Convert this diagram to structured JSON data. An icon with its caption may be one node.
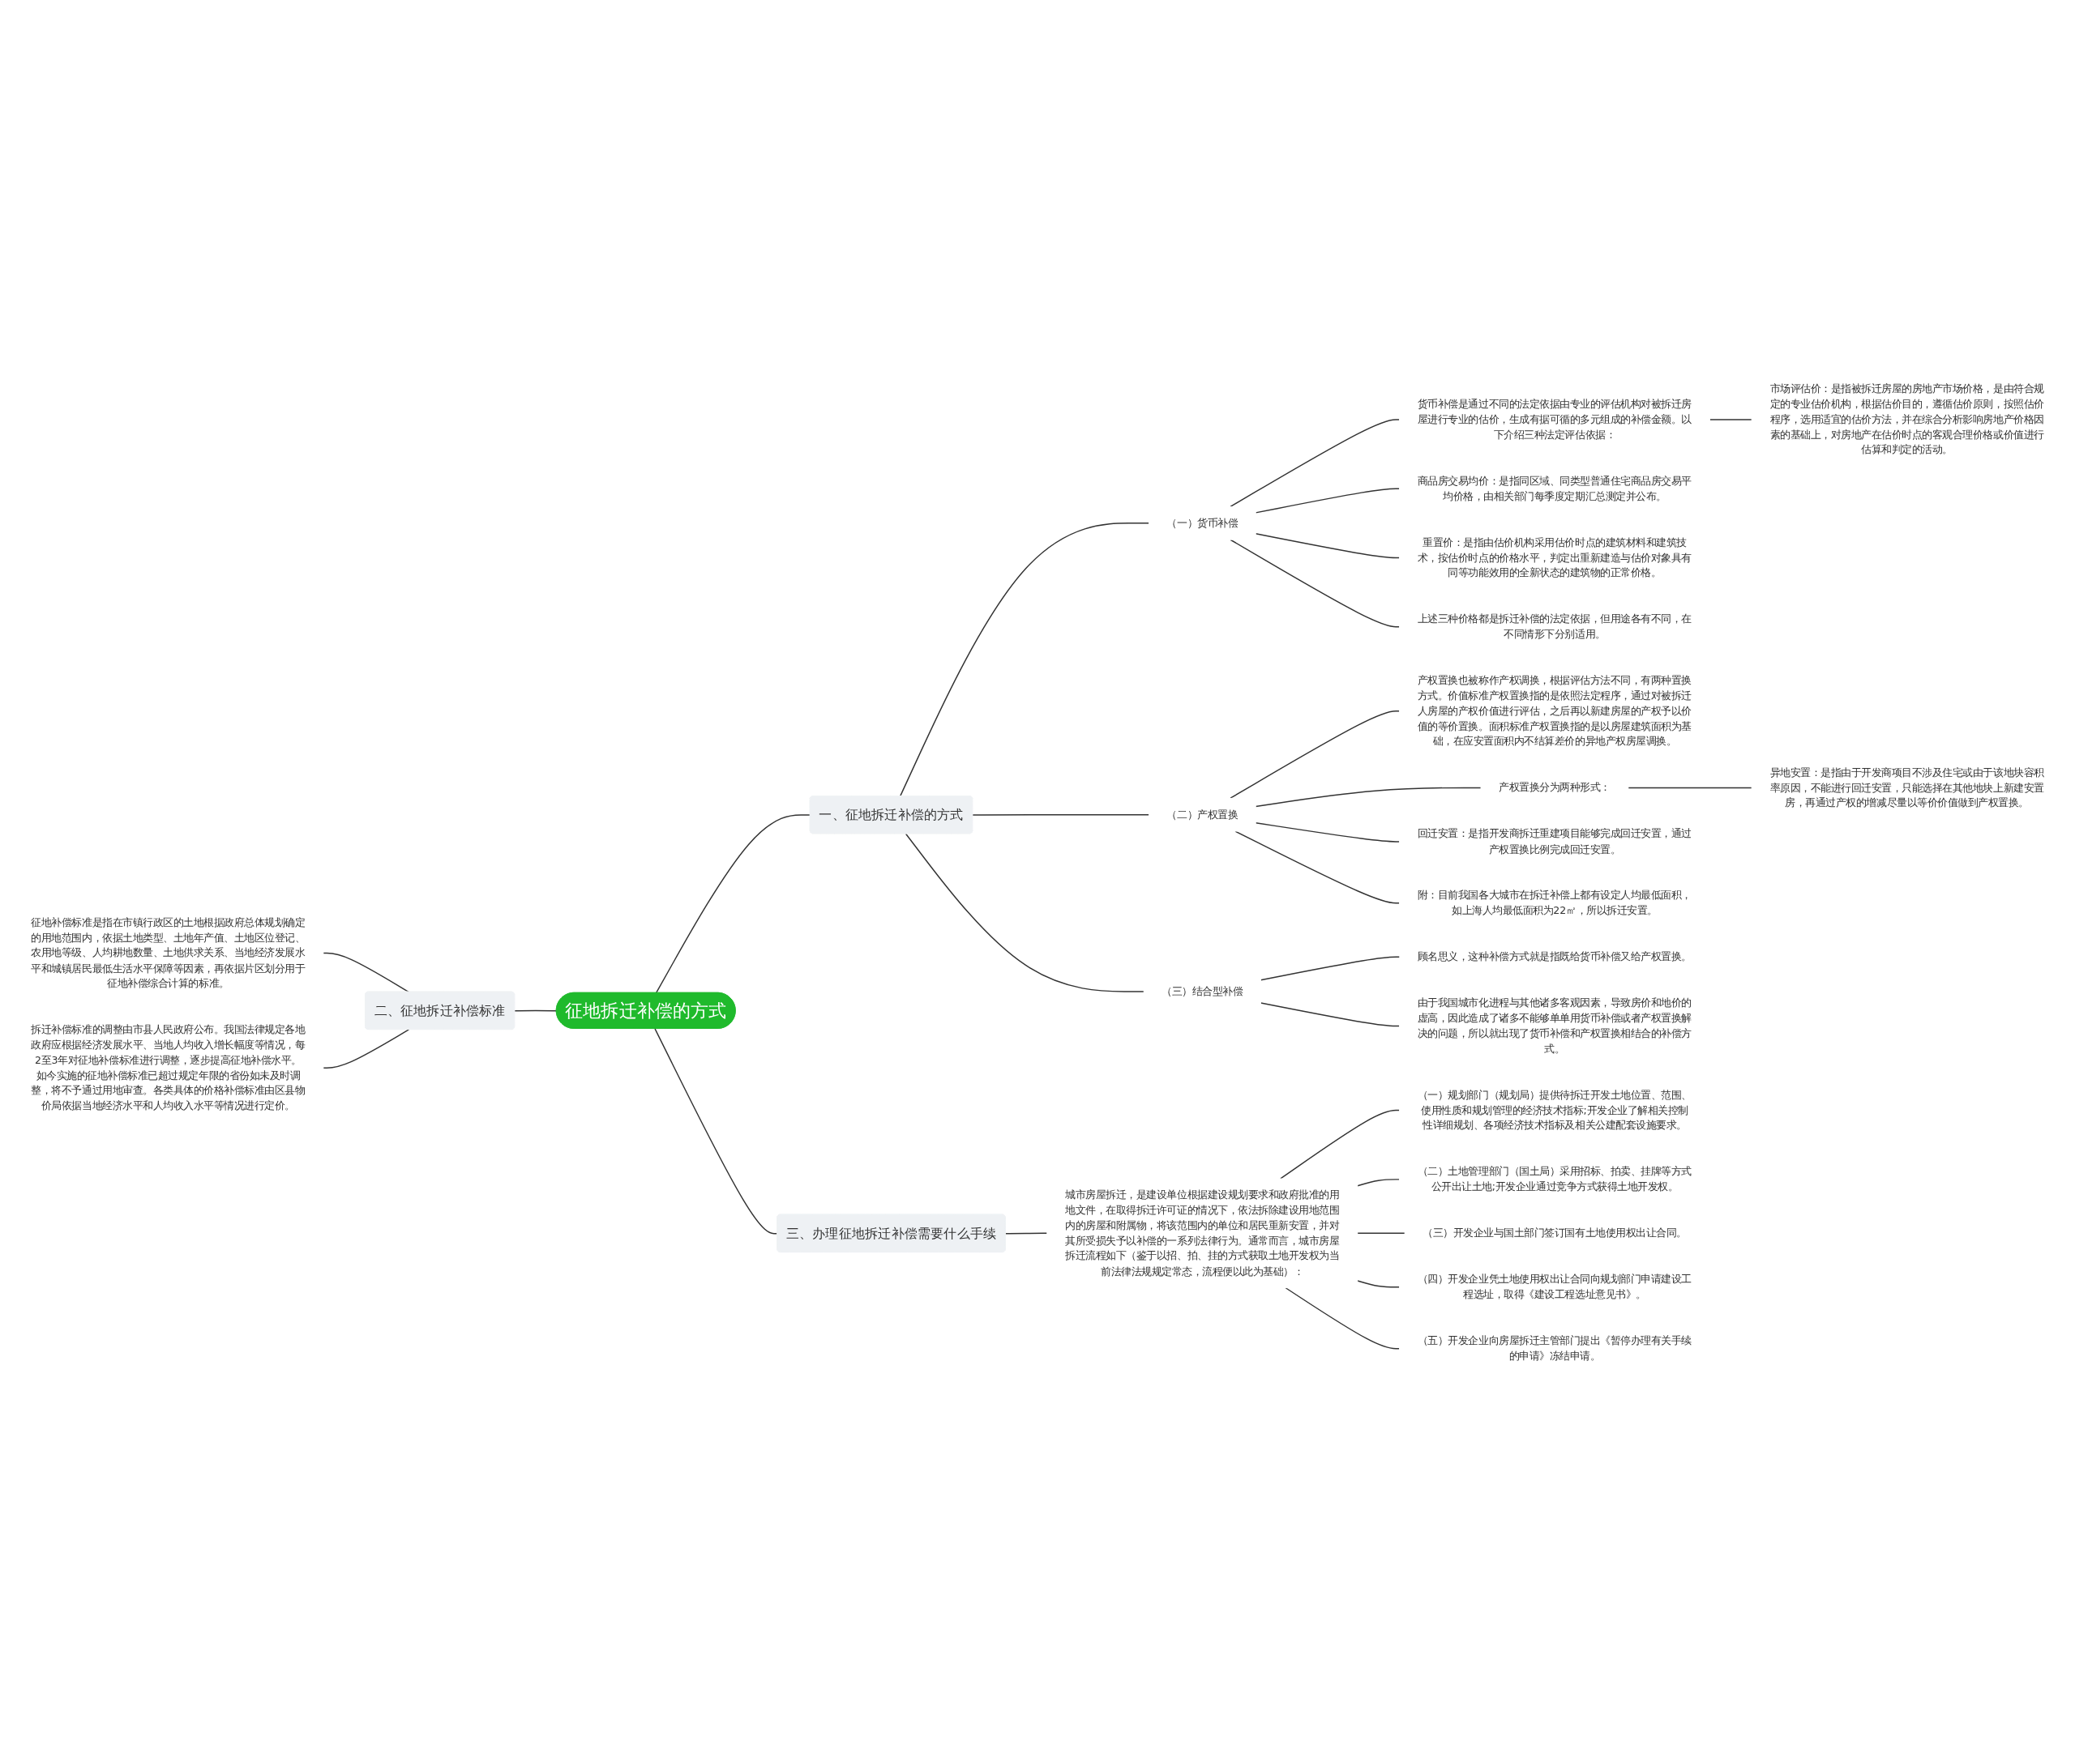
{
  "diagram": {
    "nodes": [
      {
        "text": [
          "征地拆迁补偿的方式"
        ]
      },
      {
        "text": [
          "一、征地拆迁补偿的方式"
        ]
      },
      {
        "text": [
          "（一）货币补偿"
        ]
      },
      {
        "text": [
          "货币补偿是通过不同的法定依据由专业的评估机构对被拆迁房屋进行专业的估价，生成有据可循的多元组成的补偿金额。以下介绍三种法定评估依据："
        ]
      },
      {
        "text": [
          "市场评估价：是指被拆迁房屋的房地产市场价格，是由符合规定的专业估价机构，根据估价目的，遵循估价原则，按照估价程序，选用适宜的估价方法，并在综合分析影响房地产价格因素的基础上，对房地产在估价时点的客观合理价格或价值进行估算和判定的活动。"
        ]
      },
      {
        "text": [
          "商品房交易均价：是指同区域、同类型普通住宅商品房交易平均价格，由相关部门每季度定期汇总测定并公布。"
        ]
      },
      {
        "text": [
          "重置价：是指由估价机构采用估价时点的建筑材料和建筑技术，按估价时点的价格水平，判定出重新建造与估价对象具有同等功能效用的全新状态的建筑物的正常价格。"
        ]
      },
      {
        "text": [
          "上述三种价格都是拆迁补偿的法定依据，但用途各有不同，在不同情形下分别适用。"
        ]
      },
      {
        "text": [
          "（二）产权置换"
        ]
      },
      {
        "text": [
          "产权置换也被称作产权调换，根据评估方法不同，有两种置换方式。价值标准产权置换指的是依照法定程序，通过对被拆迁人房屋的产权价值进行评估，之后再以新建房屋的产权予以价值的等价置换。面积标准产权置换指的是以房屋建筑面积为基础，在应安置面积内不结算差价的异地产权房屋调换。"
        ]
      },
      {
        "text": [
          "产权置换分为两种形式："
        ]
      },
      {
        "text": [
          "异地安置：是指由于开发商项目不涉及住宅或由于该地块容积率原因，不能进行回迁安置，只能选择在其他地块上新建安置房，再通过产权的增减尽量以等价价值做到产权置换。"
        ]
      },
      {
        "text": [
          "回迁安置：是指开发商拆迁重建项目能够完成回迁安置，通过产权置换比例完成回迁安置。"
        ]
      },
      {
        "text": [
          "附：目前我国各大城市在拆迁补偿上都有设定人均最低面积，如上海人均最低面积为22㎡，所以拆迁安置。"
        ]
      },
      {
        "text": [
          "（三）结合型补偿"
        ]
      },
      {
        "text": [
          "顾名思义，这种补偿方式就是指既给货币补偿又给产权置换。"
        ]
      },
      {
        "text": [
          "由于我国城市化进程与其他诸多客观因素，导致房价和地价的虚高，因此造成了诸多不能够单单用货币补偿或者产权置换解决的问题，所以就出现了货币补偿和产权置换相结合的补偿方式。"
        ]
      },
      {
        "text": [
          "二、征地拆迁补偿标准"
        ]
      },
      {
        "text": [
          "征地补偿标准是指在市镇行政区的土地根据政府总体规划确定的用地范围内，依据土地类型、土地年产值、土地区位登记、农用地等级、人均耕地数量、土地供求关系、当地经济发展水平和城镇居民最低生活水平保障等因素，再依据片区划分用于征地补偿综合计算的标准。"
        ]
      },
      {
        "text": [
          "拆迁补偿标准的调整由市县人民政府公布。我国法律规定各地政府应根据经济发展水平、当地人均收入增长幅度等情况，每2至3年对征地补偿标准进行调整，逐步提高征地补偿水平。如今实施的征地补偿标准已超过规定年限的省份如未及时调整，将不予通过用地审查。各类具体的价格补偿标准由区县物价局依据当地经济水平和人均收入水平等情况进行定价。"
        ]
      },
      {
        "text": [
          "三、办理征地拆迁补偿需要什么手续"
        ]
      },
      {
        "text": [
          "城市房屋拆迁，是建设单位根据建设规划要求和政府批准的用地文件，在取得拆迁许可证的情况下，依法拆除建设用地范围内的房屋和附属物，将该范围内的单位和居民重新安置，并对其所受损失予以补偿的一系列法律行为。通常而言，城市房屋拆迁流程如下（鉴于以招、拍、挂的方式获取土地开发权为当前法律法规规定常态，流程便以此为基础）："
        ]
      },
      {
        "text": [
          "（一）规划部门（规划局）提供待拆迁开发土地位置、范围、使用性质和规划管理的经济技术指标;开发企业了解相关控制性详细规划、各项经济技术指标及相关公建配套设施要求。"
        ]
      },
      {
        "text": [
          "（二）土地管理部门（国土局）采用招标、拍卖、挂牌等方式公开出让土地;开发企业通过竞争方式获得土地开发权。"
        ]
      },
      {
        "text": [
          "（三）开发企业与国土部门签订国有土地使用权出让合同。"
        ]
      },
      {
        "text": [
          "（四）开发企业凭土地使用权出让合同向规划部门申请建设工程选址，取得《建设工程选址意见书》。"
        ]
      },
      {
        "text": [
          "（五）开发企业向房屋拆迁主管部门提出《暂停办理有关手续的申请》冻结申请。"
        ]
      }
    ],
    "edges": [
      {
        "from": 0,
        "to": 1,
        "arrow": "none"
      },
      {
        "from": 1,
        "to": 2,
        "arrow": "none"
      },
      {
        "from": 2,
        "to": 3,
        "arrow": "none"
      },
      {
        "from": 3,
        "to": 4,
        "arrow": "none"
      },
      {
        "from": 2,
        "to": 5,
        "arrow": "none"
      },
      {
        "from": 2,
        "to": 6,
        "arrow": "none"
      },
      {
        "from": 2,
        "to": 7,
        "arrow": "none"
      },
      {
        "from": 1,
        "to": 8,
        "arrow": "none"
      },
      {
        "from": 8,
        "to": 9,
        "arrow": "none"
      },
      {
        "from": 8,
        "to": 10,
        "arrow": "none"
      },
      {
        "from": 10,
        "to": 11,
        "arrow": "none"
      },
      {
        "from": 8,
        "to": 12,
        "arrow": "none"
      },
      {
        "from": 8,
        "to": 13,
        "arrow": "none"
      },
      {
        "from": 1,
        "to": 14,
        "arrow": "none"
      },
      {
        "from": 14,
        "to": 15,
        "arrow": "none"
      },
      {
        "from": 14,
        "to": 16,
        "arrow": "none"
      },
      {
        "from": 0,
        "to": 17,
        "arrow": "none"
      },
      {
        "from": 17,
        "to": 18,
        "arrow": "none"
      },
      {
        "from": 17,
        "to": 19,
        "arrow": "none"
      },
      {
        "from": 0,
        "to": 20,
        "arrow": "none"
      },
      {
        "from": 20,
        "to": 21,
        "arrow": "none"
      },
      {
        "from": 21,
        "to": 22,
        "arrow": "none"
      },
      {
        "from": 21,
        "to": 23,
        "arrow": "none"
      },
      {
        "from": 21,
        "to": 24,
        "arrow": "none"
      },
      {
        "from": 21,
        "to": 25,
        "arrow": "none"
      },
      {
        "from": 21,
        "to": 26,
        "arrow": "none"
      }
    ]
  }
}
